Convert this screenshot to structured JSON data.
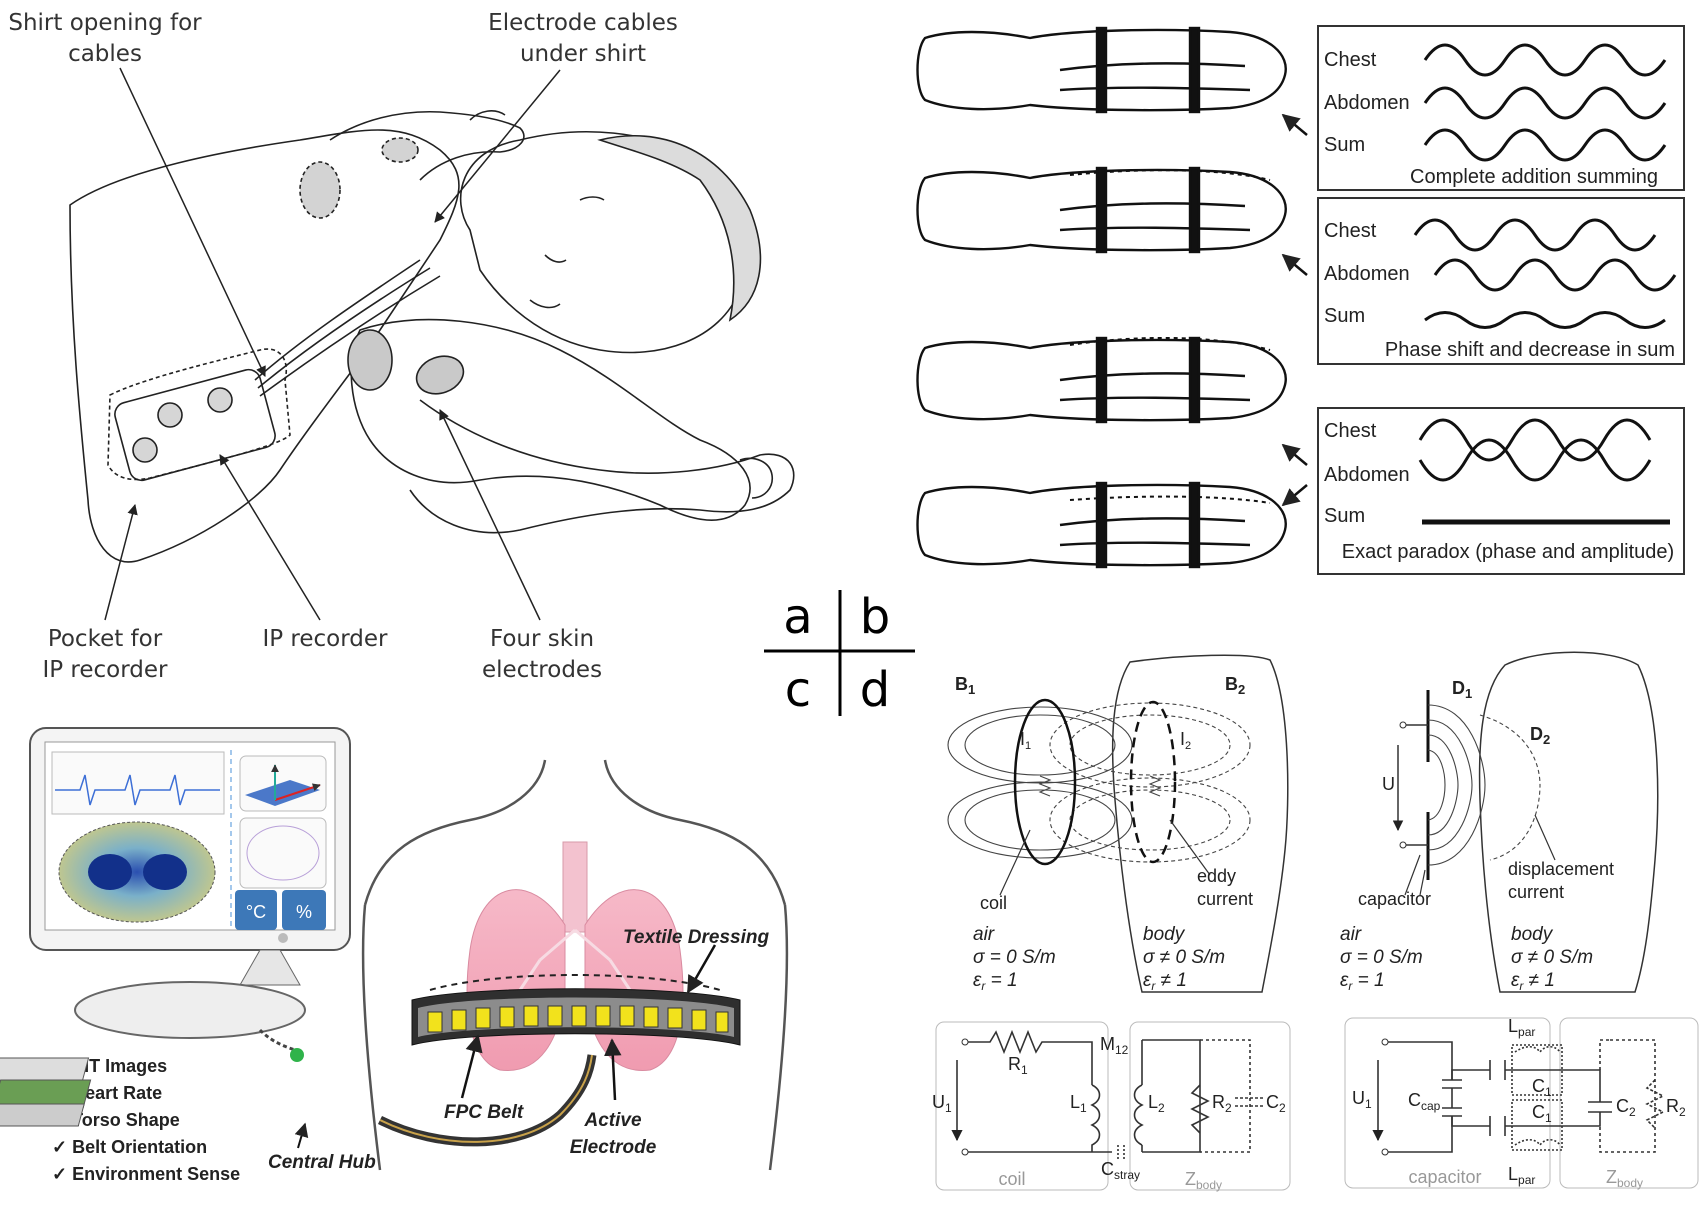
{
  "panel_a": {
    "labels": {
      "shirt_opening": [
        "Shirt opening for",
        "cables"
      ],
      "electrode_cables": [
        "Electrode cables",
        "under shirt"
      ],
      "pocket": [
        "Pocket for",
        "IP recorder"
      ],
      "ip_recorder": "IP recorder",
      "skin_electrodes": [
        "Four skin",
        "electrodes"
      ]
    }
  },
  "center_key": {
    "a": "a",
    "b": "b",
    "c": "c",
    "d": "d"
  },
  "panel_b": {
    "boxes": [
      {
        "rows": [
          "Chest",
          "Abdomen",
          "Sum"
        ],
        "caption": "Complete addition summing"
      },
      {
        "rows": [
          "Chest",
          "Abdomen",
          "Sum"
        ],
        "caption": "Phase shift and decrease in sum"
      },
      {
        "rows": [
          "Chest",
          "Abdomen",
          "Sum"
        ],
        "caption": "Exact paradox (phase and amplitude)"
      }
    ]
  },
  "panel_c": {
    "checklist": [
      "EIT Images",
      "Heart Rate",
      "Torso Shape",
      "Belt Orientation",
      "Environment Sense"
    ],
    "callouts": {
      "textile": "Textile Dressing",
      "fpc": "FPC Belt",
      "active": [
        "Active",
        "Electrode"
      ],
      "hub": "Central Hub"
    },
    "screen_icons": {
      "temp": "°C",
      "humidity": "%"
    }
  },
  "panel_d": {
    "left": {
      "b1": "B",
      "b1_sub": "1",
      "b2": "B",
      "b2_sub": "2",
      "i1": "I",
      "i1_sub": "1",
      "i2": "I",
      "i2_sub": "2",
      "coil": "coil",
      "eddy": [
        "eddy",
        "current"
      ],
      "air": [
        "air",
        "σ = 0 S/m",
        "ε",
        "r",
        " = 1"
      ],
      "body": [
        "body",
        "σ ≠ 0 S/m",
        "ε",
        "r",
        " ≠ 1"
      ],
      "circuit": {
        "u": "U",
        "u_sub": "1",
        "r1": "R",
        "r1_sub": "1",
        "l1": "L",
        "l1_sub": "1",
        "m": "M",
        "m_sub": "12",
        "l2": "L",
        "l2_sub": "2",
        "r2": "R",
        "r2_sub": "2",
        "c2": "C",
        "c2_sub": "2",
        "cs": "C",
        "cs_sub": "stray",
        "coil": "coil",
        "z": "Z",
        "z_sub": "body"
      }
    },
    "right": {
      "d1": "D",
      "d1_sub": "1",
      "d2": "D",
      "d2_sub": "2",
      "u": "U",
      "capacitor": "capacitor",
      "displacement": [
        "displacement",
        "current"
      ],
      "air": [
        "air",
        "σ = 0 S/m",
        "ε",
        "r",
        " = 1"
      ],
      "body": [
        "body",
        "σ ≠ 0 S/m",
        "ε",
        "r",
        " ≠ 1"
      ],
      "circuit": {
        "u": "U",
        "u_sub": "1",
        "lpar": "L",
        "lpar_sub": "par",
        "ccap": "C",
        "ccap_sub": "cap",
        "c1": "C",
        "c1_sub": "1",
        "c2": "C",
        "c2_sub": "2",
        "r2": "R",
        "r2_sub": "2",
        "capacitor": "capacitor",
        "z": "Z",
        "z_sub": "body"
      }
    }
  }
}
